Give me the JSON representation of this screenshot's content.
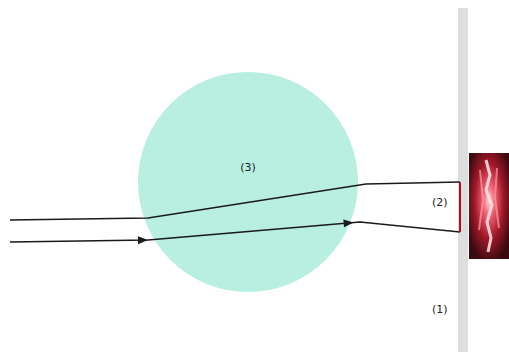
{
  "diagram": {
    "nodes": [
      {
        "text": [
          "(3)"
        ]
      }
    ],
    "labels": [
      "(2)",
      "(1)"
    ]
  }
}
